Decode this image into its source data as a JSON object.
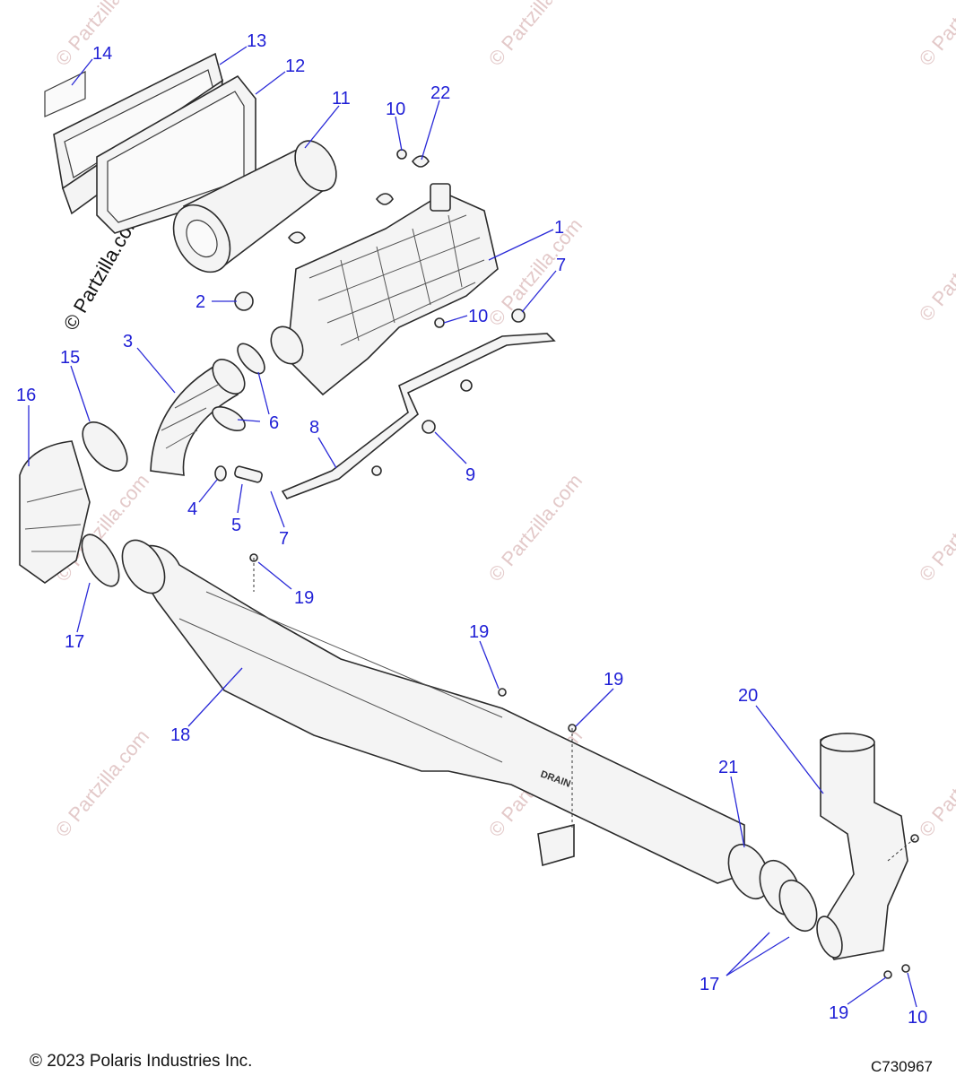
{
  "callouts": [
    {
      "id": "c14",
      "label": "14"
    },
    {
      "id": "c13",
      "label": "13"
    },
    {
      "id": "c12",
      "label": "12"
    },
    {
      "id": "c11",
      "label": "11"
    },
    {
      "id": "c10a",
      "label": "10"
    },
    {
      "id": "c22",
      "label": "22"
    },
    {
      "id": "c1",
      "label": "1"
    },
    {
      "id": "c7a",
      "label": "7"
    },
    {
      "id": "c10b",
      "label": "10"
    },
    {
      "id": "c2",
      "label": "2"
    },
    {
      "id": "c3",
      "label": "3"
    },
    {
      "id": "c15",
      "label": "15"
    },
    {
      "id": "c16",
      "label": "16"
    },
    {
      "id": "c6a",
      "label": "6"
    },
    {
      "id": "c6b",
      "label": "6"
    },
    {
      "id": "c8",
      "label": "8"
    },
    {
      "id": "c9",
      "label": "9"
    },
    {
      "id": "c4",
      "label": "4"
    },
    {
      "id": "c5",
      "label": "5"
    },
    {
      "id": "c7b",
      "label": "7"
    },
    {
      "id": "c19a",
      "label": "19"
    },
    {
      "id": "c17a",
      "label": "17"
    },
    {
      "id": "c19b",
      "label": "19"
    },
    {
      "id": "c19c",
      "label": "19"
    },
    {
      "id": "c18",
      "label": "18"
    },
    {
      "id": "c20",
      "label": "20"
    },
    {
      "id": "c21",
      "label": "21"
    },
    {
      "id": "c17b",
      "label": "17"
    },
    {
      "id": "c19d",
      "label": "19"
    },
    {
      "id": "c10c",
      "label": "10"
    }
  ],
  "watermark": {
    "brand": "© Partzilla.com",
    "repeat": "© Partzilla.com"
  },
  "embossed_text": {
    "drain": "DRAIN"
  },
  "footer": {
    "copyright": "© 2023 Polaris Industries Inc.",
    "code": "C730967"
  },
  "colors": {
    "callout": "#1f1fd6",
    "line": "#2b2b2b",
    "watermark": "#e3c9c9"
  }
}
